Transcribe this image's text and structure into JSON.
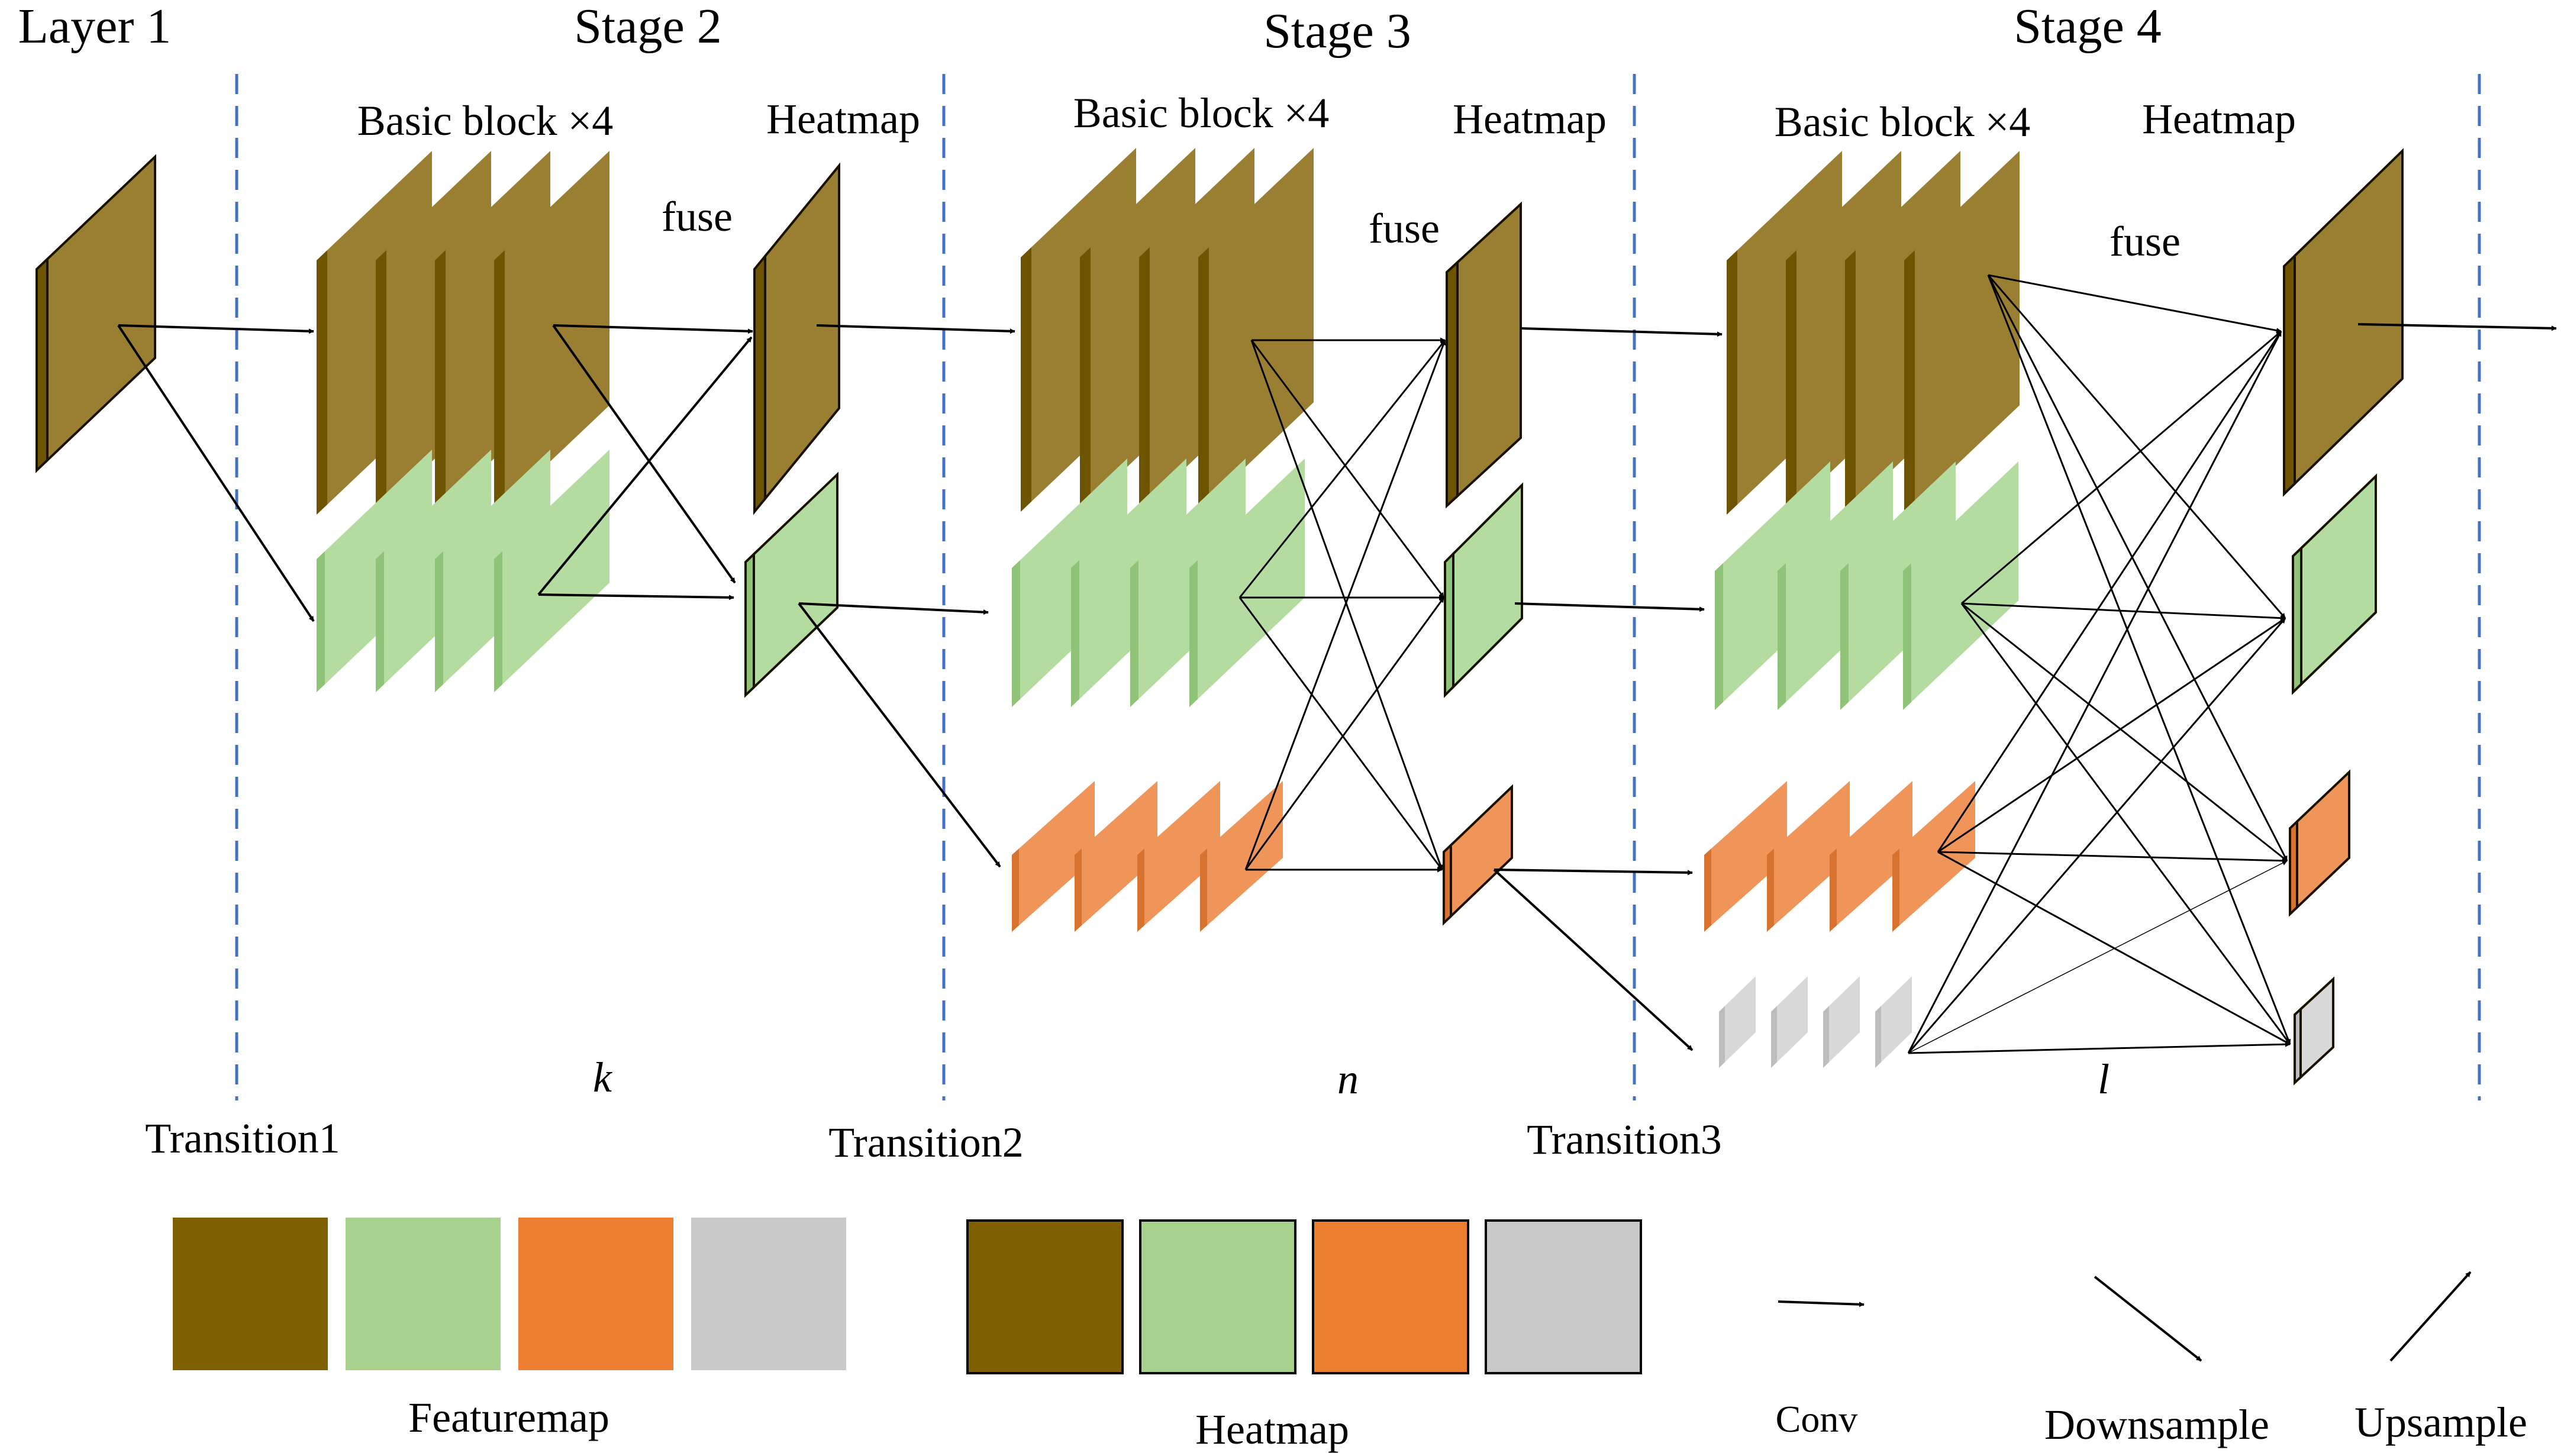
{
  "colors": {
    "brown_face": "#9a7f33",
    "brown_side": "#6e5300",
    "brown_border": "#1a1200",
    "green_face": "#b4dca0",
    "green_side": "#8fc478",
    "orange_face": "#f0955a",
    "orange_side": "#d8732f",
    "gray_face": "#d8d8d8",
    "gray_side": "#bdbdbd",
    "legend_brown": "#7f6000",
    "legend_green": "#a9d18e",
    "legend_orange": "#ed7d31",
    "legend_gray": "#c9c9c9",
    "divider": "#4472c4",
    "arrow": "#000000"
  },
  "titles": {
    "layer1": "Layer 1",
    "stage2": "Stage 2",
    "stage3": "Stage 3",
    "stage4": "Stage 4"
  },
  "labels": {
    "basic_block_s2": "Basic block ×4",
    "basic_block_s3": "Basic block ×4",
    "basic_block_s4": "Basic block ×4",
    "heatmap_s2": "Heatmap",
    "heatmap_s3": "Heatmap",
    "heatmap_s4": "Heatmap",
    "fuse_s2": "fuse",
    "fuse_s3": "fuse",
    "fuse_s4": "fuse",
    "repeat_s2": "k",
    "repeat_s3": "n",
    "repeat_s4": "l"
  },
  "transitions": [
    "Transition1",
    "Transition2",
    "Transition3"
  ],
  "legend": {
    "featuremap_label": "Featuremap",
    "heatmap_label": "Heatmap",
    "conv_label": "Conv",
    "downsample_label": "Downsample",
    "upsample_label": "Upsample"
  }
}
